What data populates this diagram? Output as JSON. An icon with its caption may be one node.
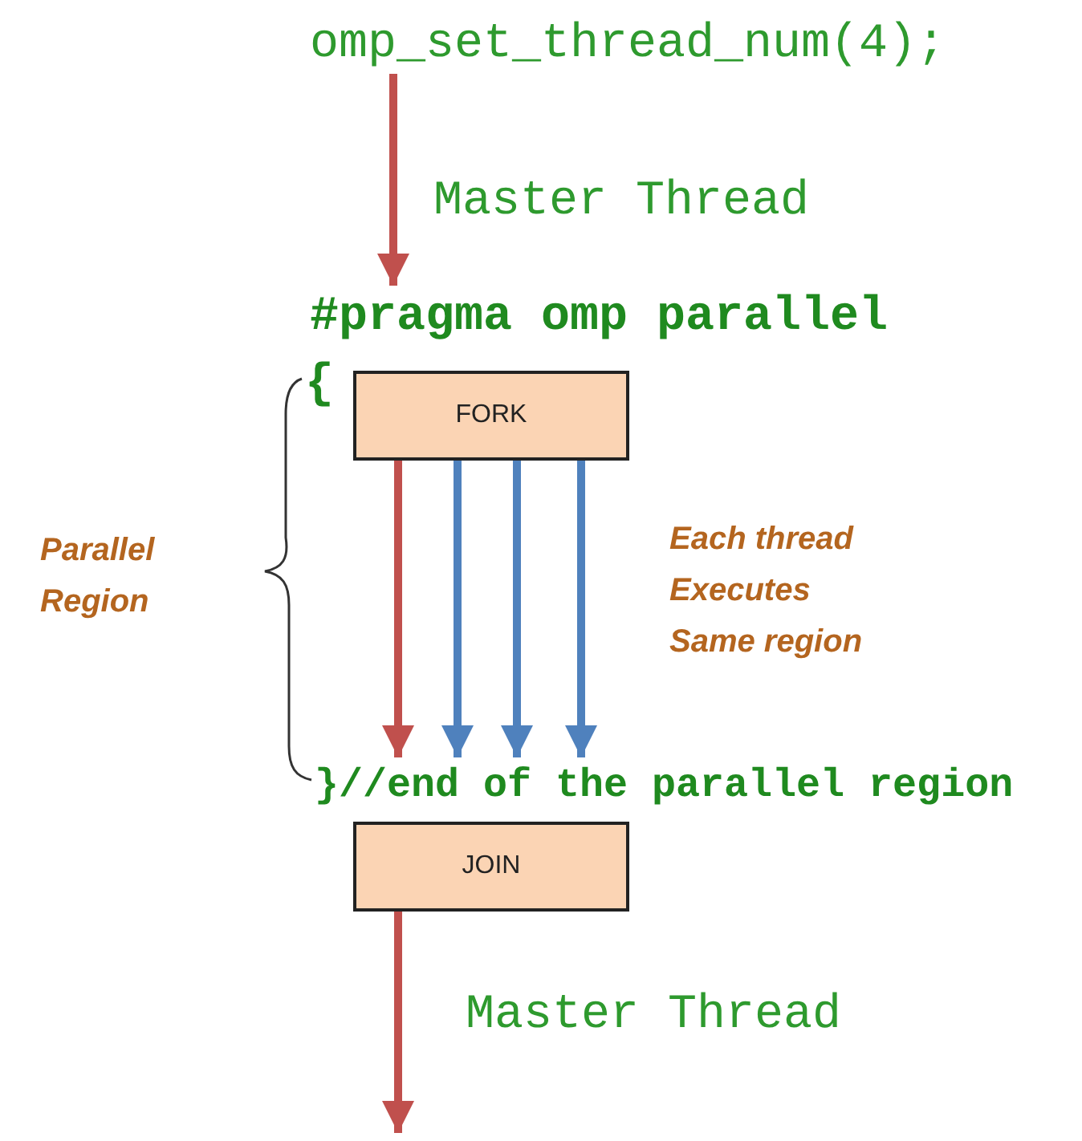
{
  "diagram": {
    "nodes": [
      {
        "text": [
          "omp_set_thread_num(4);"
        ]
      },
      {
        "text": [
          "#pragma omp parallel"
        ]
      },
      {
        "text": [
          "FORK"
        ]
      },
      {
        "text": [
          "}//end of the parallel region"
        ]
      },
      {
        "text": [
          "JOIN"
        ]
      }
    ],
    "edges": [
      {
        "from": 0,
        "to": 1,
        "arrow": "to",
        "label": "Master Thread"
      },
      {
        "from": 2,
        "to": 3,
        "arrow": "to"
      },
      {
        "from": 2,
        "to": 3,
        "arrow": "to",
        "color": "#4f81bd"
      },
      {
        "from": 2,
        "to": 3,
        "arrow": "to",
        "color": "#4f81bd"
      },
      {
        "from": 2,
        "to": 3,
        "arrow": "to",
        "color": "#4f81bd"
      },
      {
        "from": 4,
        "to": null,
        "arrow": "to",
        "label": "Master Thread"
      }
    ],
    "labels": [
      "{",
      "Parallel Region",
      "Each thread Executes Same region"
    ]
  }
}
